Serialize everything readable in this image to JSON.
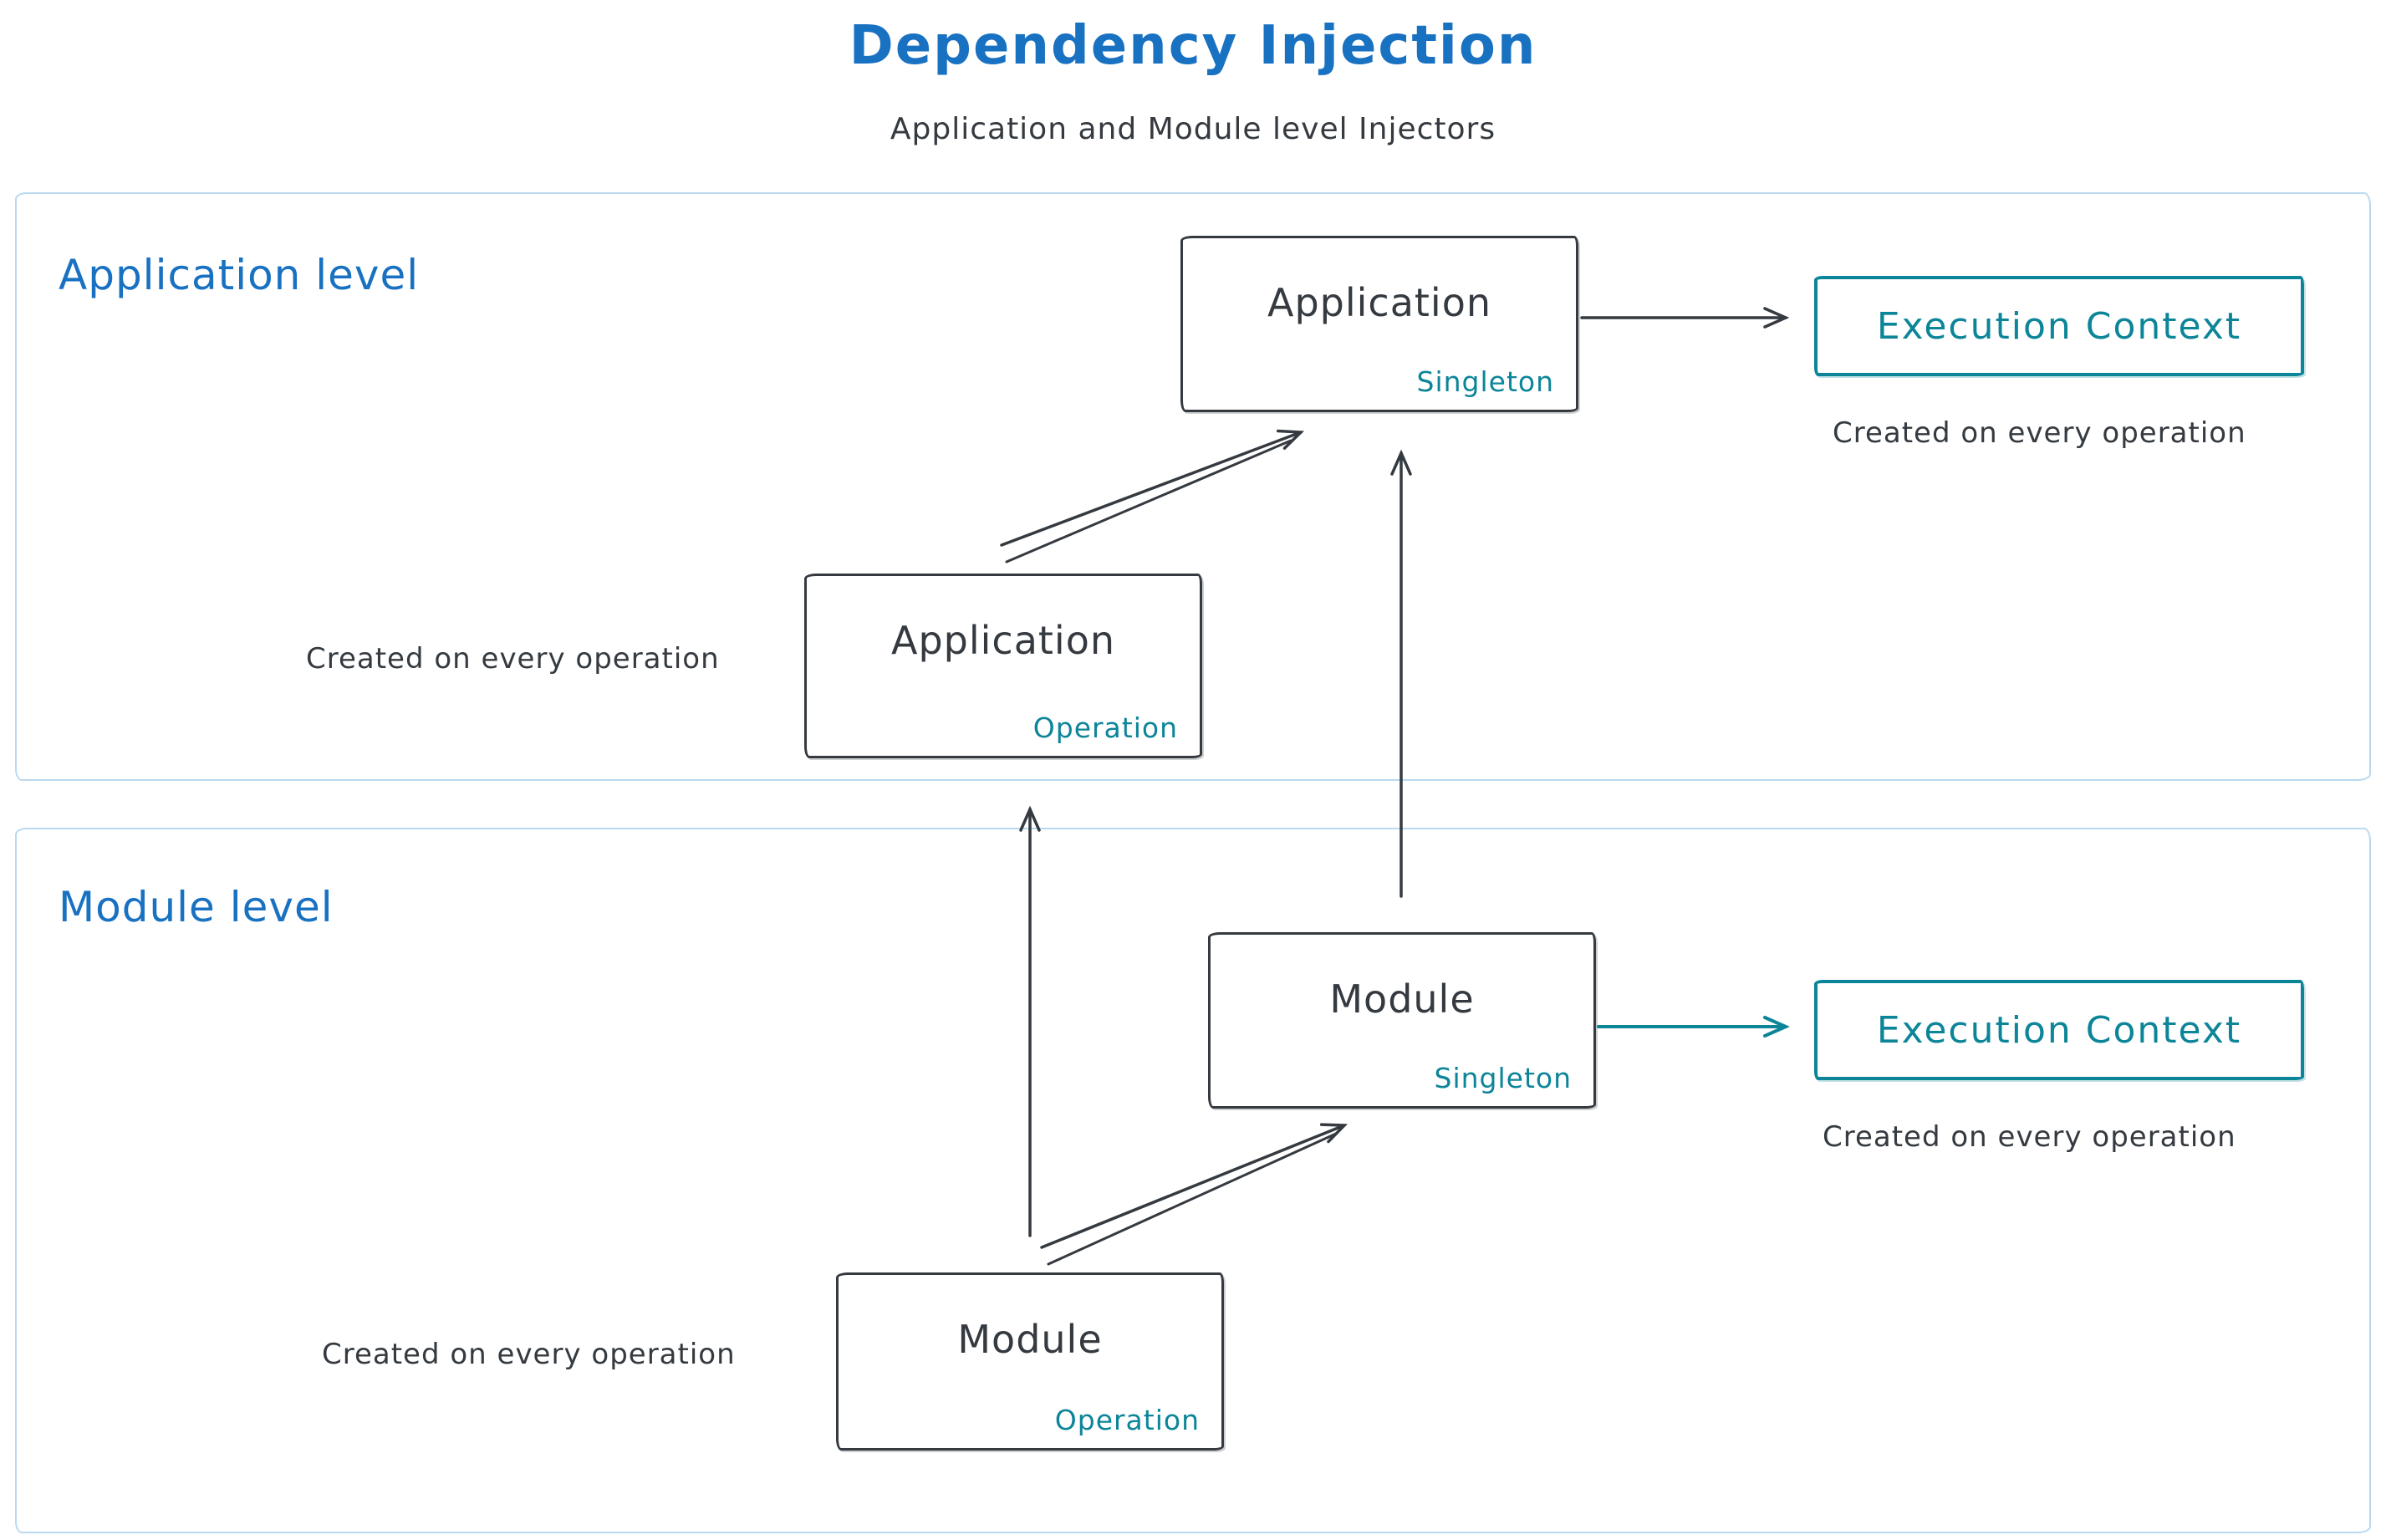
{
  "title": "Dependency Injection",
  "subtitle": "Application and Module level Injectors",
  "colors": {
    "accent_blue": "#1971c2",
    "teal": "#0c8599",
    "ink": "#343a40",
    "panel_border": "#b9d9f0"
  },
  "sections": {
    "application": {
      "label": "Application level",
      "singleton_box": {
        "title": "Application",
        "tag": "Singleton"
      },
      "operation_box": {
        "title": "Application",
        "tag": "Operation"
      },
      "operation_caption": "Created on every operation",
      "execution_context": {
        "label": "Execution Context",
        "caption": "Created on every operation"
      }
    },
    "module": {
      "label": "Module level",
      "singleton_box": {
        "title": "Module",
        "tag": "Singleton"
      },
      "operation_box": {
        "title": "Module",
        "tag": "Operation"
      },
      "operation_caption": "Created on every operation",
      "execution_context": {
        "label": "Execution Context",
        "caption": "Created on every operation"
      }
    }
  }
}
